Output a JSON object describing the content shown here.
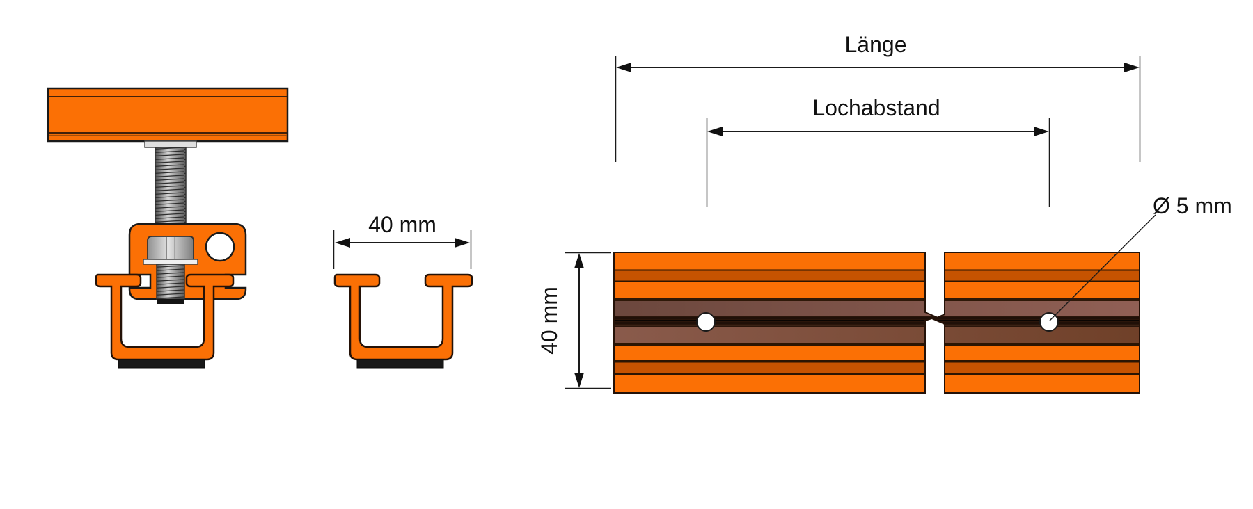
{
  "drawing": {
    "background": "#ffffff",
    "labels": {
      "cross_section_width": "40 mm",
      "side_length": "Länge",
      "side_hole_spacing": "Lochabstand",
      "side_height": "40 mm",
      "side_hole_diameter": "Ø 5 mm"
    },
    "colors": {
      "profile_orange": "#fb7005",
      "profile_dark_orange": "#c65301",
      "rail_brown_light": "#916055",
      "rail_brown_dark": "#6f4028",
      "groove_black": "#2a150a",
      "outline_dark": "#241208",
      "steel_gray": "#c9c9c9",
      "pad_black": "#181818"
    }
  }
}
